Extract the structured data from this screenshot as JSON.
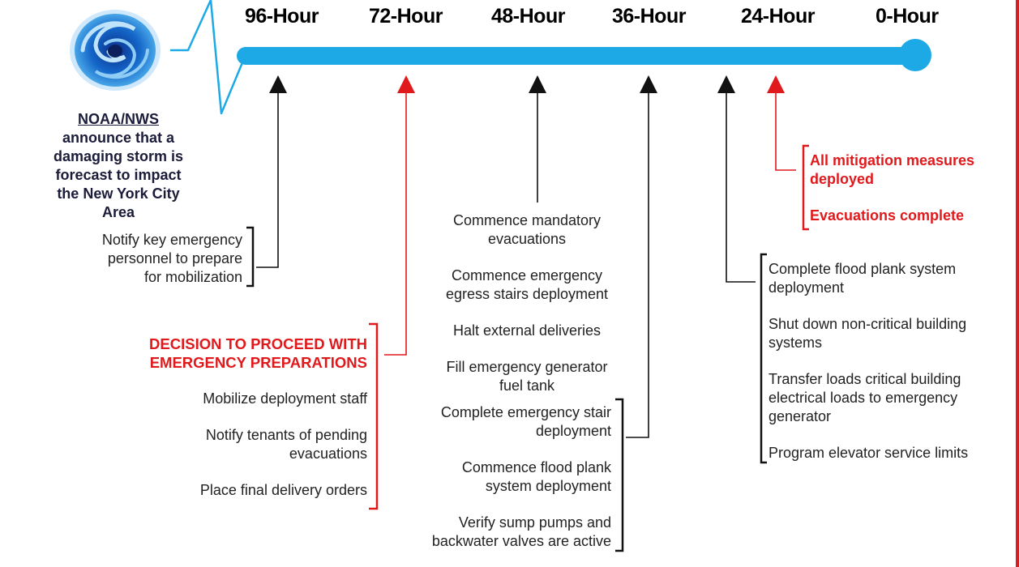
{
  "colors": {
    "timeline": "#1ca9e6",
    "red": "#e0191d",
    "black": "#111111",
    "logo_blue": "#1466c8"
  },
  "icons": {
    "logo": "storm-swirl-icon"
  },
  "hours": [
    "96-Hour",
    "72-Hour",
    "48-Hour",
    "36-Hour",
    "24-Hour",
    "0-Hour"
  ],
  "noaa": {
    "heading": "NOAA/NWS",
    "lines": [
      "announce that a",
      "damaging storm is",
      "forecast to impact",
      "the New York City",
      "Area"
    ]
  },
  "h96": {
    "lines": [
      "Notify key emergency",
      "personnel to prepare",
      "for mobilization"
    ]
  },
  "h72": {
    "decision": [
      "DECISION TO PROCEED WITH",
      "EMERGENCY PREPARATIONS"
    ],
    "items": [
      [
        "Mobilize deployment staff"
      ],
      [
        "Notify tenants of pending",
        "evacuations"
      ],
      [
        "Place final delivery orders"
      ]
    ]
  },
  "h48": {
    "items": [
      [
        "Commence mandatory",
        "evacuations"
      ],
      [
        "Commence emergency",
        "egress stairs deployment"
      ],
      [
        "Halt external deliveries"
      ],
      [
        "Fill emergency generator",
        "fuel tank"
      ]
    ]
  },
  "h36": {
    "items": [
      [
        "Complete emergency stair",
        "deployment"
      ],
      [
        "Commence flood plank",
        "system deployment"
      ],
      [
        "Verify sump pumps and",
        "backwater valves are active"
      ]
    ]
  },
  "h24": {
    "items": [
      [
        "Complete flood plank system",
        "deployment"
      ],
      [
        "Shut down non-critical building",
        "systems"
      ],
      [
        "Transfer loads critical building",
        "electrical loads to emergency",
        "generator"
      ],
      [
        "Program elevator service limits"
      ]
    ]
  },
  "h0": {
    "items": [
      [
        "All mitigation measures",
        "deployed"
      ],
      [
        "Evacuations complete"
      ]
    ]
  }
}
